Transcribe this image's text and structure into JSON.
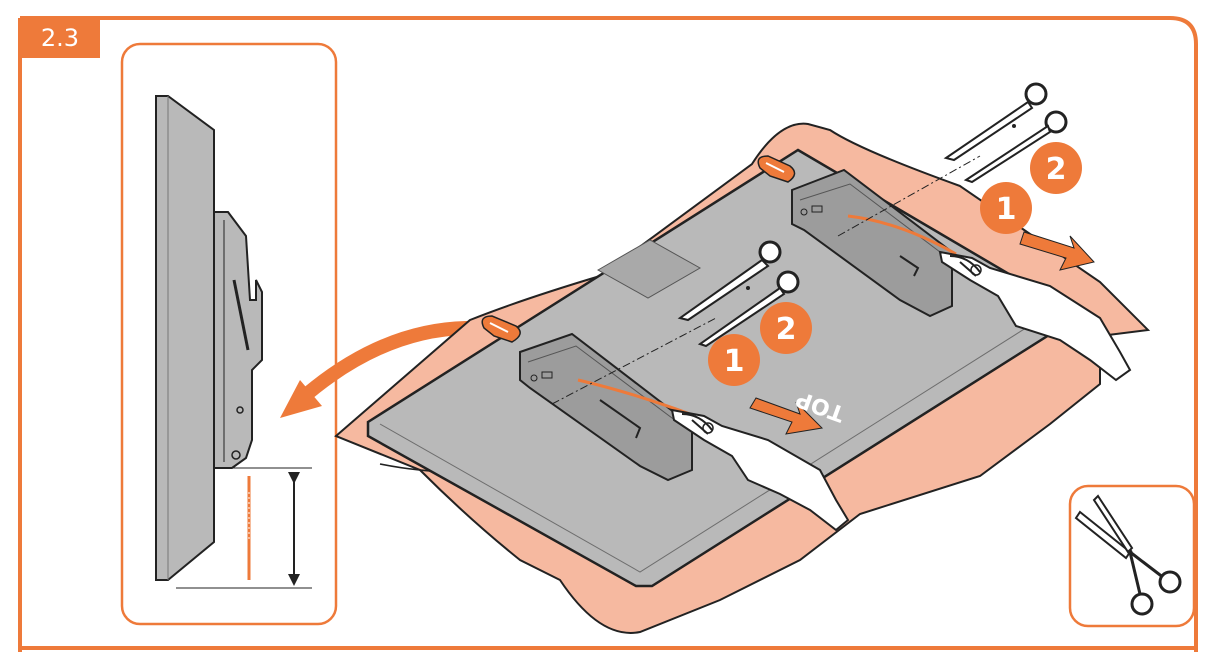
{
  "step": {
    "number": "2.3"
  },
  "labels": {
    "top": "TOP"
  },
  "markers": {
    "first": "1",
    "second": "2"
  },
  "colors": {
    "accent": "#ee7a3a",
    "panel": "#b9b9b9",
    "panel_dark": "#8f8f8f",
    "wrap": "#f6b9a0",
    "outline": "#222222"
  },
  "icons": {
    "inset_tool": "scissors-icon",
    "tool_a": "scissors-icon",
    "tool_b": "pliers-icon"
  }
}
